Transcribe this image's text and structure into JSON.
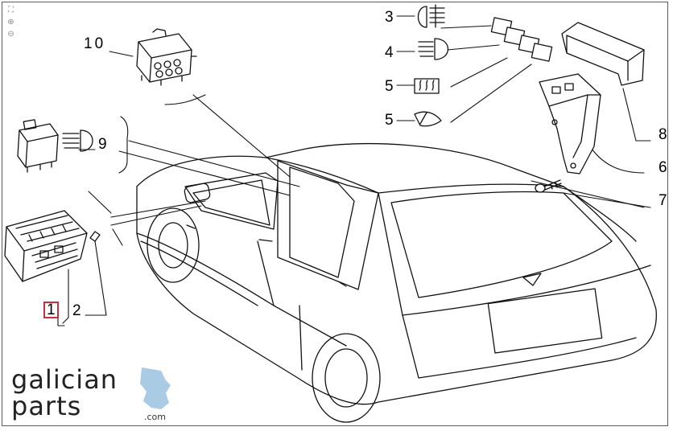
{
  "viewer": {
    "tools": [
      {
        "name": "fit",
        "glyph": "⛶"
      },
      {
        "name": "zoom-in",
        "glyph": "⊕"
      },
      {
        "name": "zoom-out",
        "glyph": "⊖"
      }
    ]
  },
  "callouts": {
    "c1": "1",
    "c2": "2",
    "c3": "3",
    "c4": "4",
    "c5a": "5",
    "c5b": "5",
    "c6": "6",
    "c7": "7",
    "c8": "8",
    "c9": "9",
    "c10": "10"
  },
  "selected_callout": "1",
  "brand": {
    "line1": "galician",
    "line2": "parts",
    "suffix": ".com",
    "accent": "#a9cbe3"
  },
  "colors": {
    "line": "#111111",
    "highlight": "#c8303c"
  }
}
